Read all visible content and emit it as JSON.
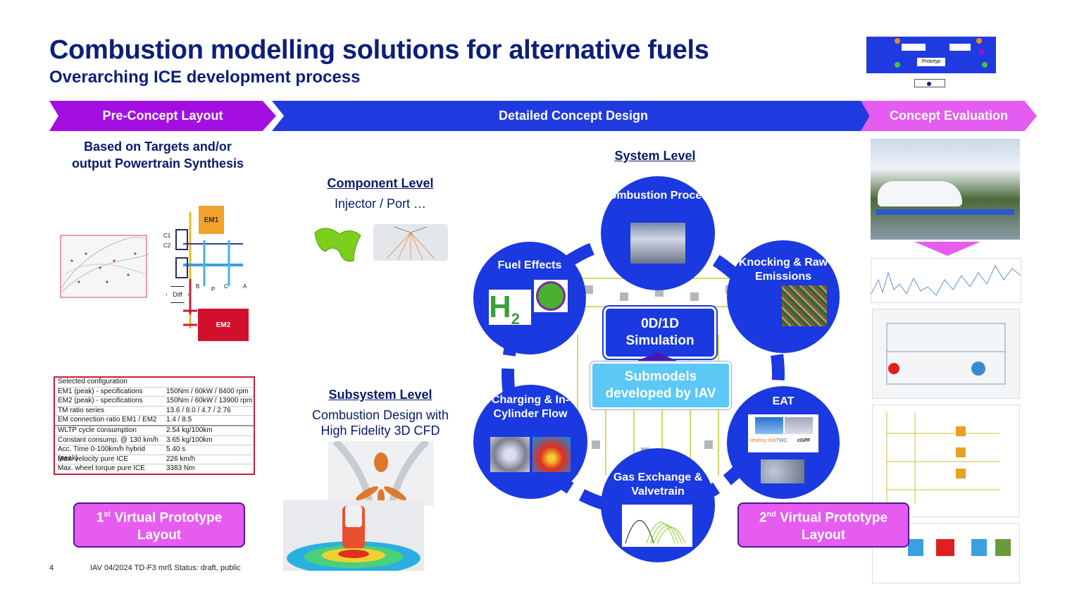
{
  "header": {
    "title": "Combustion modelling solutions for alternative fuels",
    "subtitle": "Overarching ICE development process"
  },
  "phases": [
    {
      "label": "Pre-Concept Layout"
    },
    {
      "label": "Detailed Concept Design"
    },
    {
      "label": "Concept Evaluation"
    }
  ],
  "left": {
    "targets_text": "Based on Targets and/or output Powertrain Synthesis",
    "diagram": {
      "em1": "EM1",
      "em2": "EM2",
      "diff": "Diff",
      "c1": "C1",
      "c2": "C2",
      "b": "B",
      "p": "P",
      "c": "C",
      "a": "A"
    },
    "table_title": "Selected configuration",
    "table_rows": [
      {
        "k": "EM1 (peak) - specifications",
        "v": "150Nm / 60kW / 8400 rpm"
      },
      {
        "k": "EM2 (peak) - specifications",
        "v": "150Nm / 60kW / 13900 rpm"
      },
      {
        "k": "TM ratio series",
        "v": "13.6 / 8.0 / 4.7 / 2.76"
      },
      {
        "k": "EM connection ratio EM1 / EM2",
        "v": "1.4 / 8.5"
      },
      {
        "k": "WLTP cycle consumption",
        "v": "2.54 kg/100km"
      },
      {
        "k": "Constant consump. @ 130 km/h",
        "v": "3.65 kg/100km"
      },
      {
        "k": "Acc. Time 0-100km/h hybrid (peak)",
        "v": "5.40 s"
      },
      {
        "k": "Max. velocity pure ICE",
        "v": "226 km/h"
      },
      {
        "k": "Max. wheel torque pure ICE",
        "v": "3383 Nm"
      }
    ],
    "prototype1": {
      "pre": "1",
      "sup": "st",
      "post": " Virtual Prototype",
      "line2": "Layout"
    }
  },
  "component": {
    "title": "Component Level",
    "text": "Injector / Port …"
  },
  "subsystem": {
    "title": "Subsystem Level",
    "text": "Combustion Design with High Fidelity 3D CFD"
  },
  "system": {
    "title": "System Level",
    "center": "0D/1D Simulation",
    "submodels": "Submodels developed by IAV",
    "nodes": {
      "combustion": "Combustion Process",
      "knocking": "Knocking & Raw Emissions",
      "eat": "EAT",
      "gas": "Gas Exchange & Valvetrain",
      "charging": "Charging & In-Cylinder Flow",
      "fuel": "Fuel Effects"
    },
    "h2": "H",
    "h2_sub": "2",
    "eat_labels": {
      "heating": "Heating disk",
      "twc": "TWC",
      "cgpf": "cGPF"
    }
  },
  "right": {
    "prototype2": {
      "pre": "2",
      "sup": "nd",
      "post": " Virtual Prototype",
      "line2": "Layout"
    },
    "mini": {
      "prototyp": "Prototyp"
    }
  },
  "footer": {
    "page": "4",
    "info": "IAV  04/2024  TD-F3 mrß Status: draft, public"
  },
  "colors": {
    "blue": "#1a39e0",
    "purple": "#a30fe0",
    "pink": "#e65cf0",
    "navy": "#0b1f7a",
    "cyan": "#5bc8f5"
  }
}
